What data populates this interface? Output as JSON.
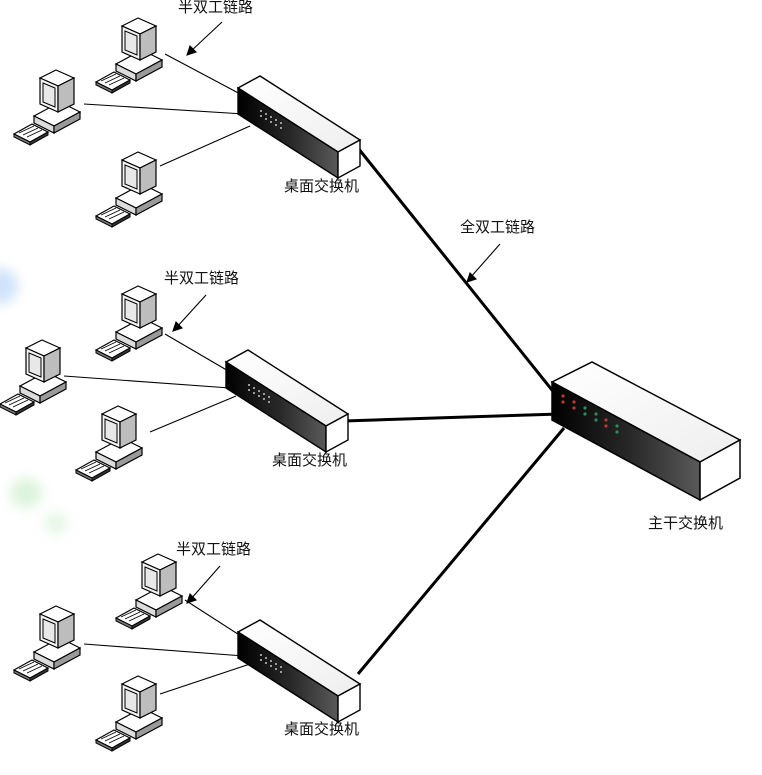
{
  "labels": {
    "half_duplex": "半双工链路",
    "full_duplex": "全双工链路",
    "desktop_switch": "桌面交换机",
    "backbone_switch": "主干交换机"
  },
  "colors": {
    "link": "#000000",
    "switch_front": "#1a1a1a",
    "switch_top": "#ffffff",
    "pc_body": "#ffffff",
    "pc_screen": "#e8e8e8",
    "led_red": "#c0392b",
    "led_green": "#2e8b57",
    "smudge_blue": "#cfe3fb",
    "smudge_green": "#dcf3dc"
  },
  "icons": {
    "computer": "desktop-computer-icon",
    "switch": "network-switch-icon"
  }
}
